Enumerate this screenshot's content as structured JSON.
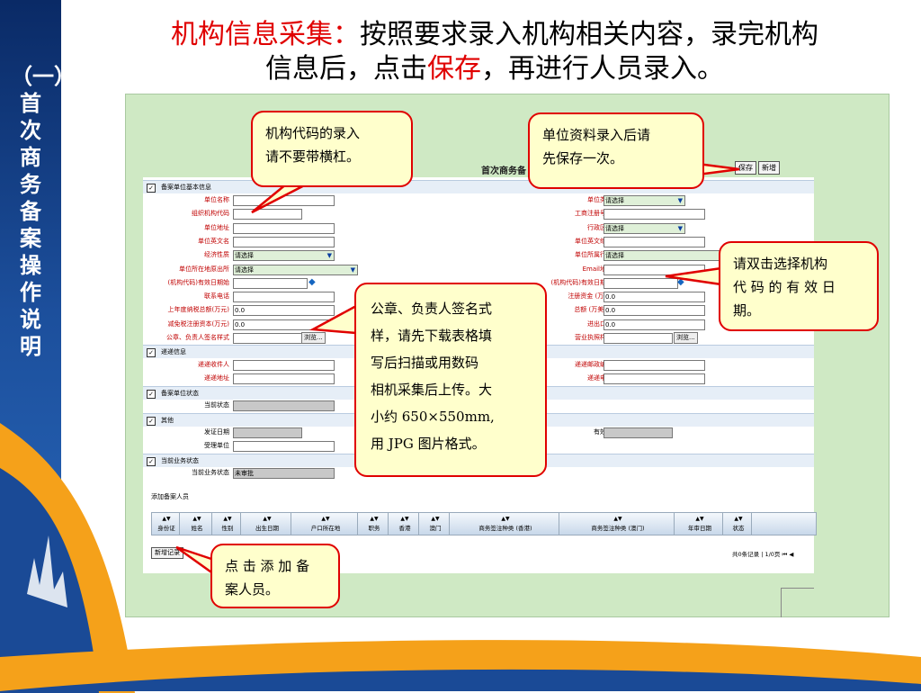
{
  "sidebar": {
    "title": "（一）首次商务备案操作说明"
  },
  "header": {
    "line1_red": "机构信息采集：",
    "line1_black": "按照要求录入机构相关内容，录完机构",
    "line2_a": "信息后，点击",
    "line2_red": "保存",
    "line2_b": "，再进行人员录入。"
  },
  "form": {
    "title": "首次商务备",
    "toolbar": {
      "save_label": "保存",
      "add_label": "新增"
    },
    "sections": [
      {
        "label": "备案单位基本信息"
      },
      {
        "label": "递递信息"
      },
      {
        "label": "备案单位状态"
      },
      {
        "label": "其他"
      },
      {
        "label": "当前业务状态"
      }
    ],
    "left_fields": [
      {
        "label": "单位名称",
        "value": ""
      },
      {
        "label": "组织机构代码",
        "value": ""
      },
      {
        "label": "单位地址",
        "value": ""
      },
      {
        "label": "单位英文名",
        "value": ""
      },
      {
        "label": "经济性质",
        "value": "请选择"
      },
      {
        "label": "单位所在地原出所",
        "value": "请选择"
      },
      {
        "label": "(机构代码)有效日期始",
        "value": ""
      },
      {
        "label": "联系电话",
        "value": ""
      },
      {
        "label": "上年度纳税总额(万元)",
        "value": "0.0"
      },
      {
        "label": "减免税注册资本(万元)",
        "value": "0.0"
      },
      {
        "label": "公章、负责人签名样式",
        "value": "",
        "browse": "浏览..."
      }
    ],
    "right_fields": [
      {
        "label": "单位类别",
        "value": "请选择"
      },
      {
        "label": "工商注册号码",
        "value": ""
      },
      {
        "label": "行政区划",
        "value": "请选择"
      },
      {
        "label": "单位英文缩写",
        "value": ""
      },
      {
        "label": "单位所属行业",
        "value": "请选择"
      },
      {
        "label": "Email地址",
        "value": ""
      },
      {
        "label": "(机构代码)有效日期止",
        "value": ""
      },
      {
        "label": "注册资金 (万元)",
        "value": "0.0"
      },
      {
        "label": "总额 (万美元)",
        "value": "0.0"
      },
      {
        "label": "进出口额",
        "value": "0.0"
      },
      {
        "label": "营业执照样式",
        "value": "",
        "browse": "浏览..."
      }
    ],
    "delivery_fields": [
      {
        "label": "递递收件人",
        "value": ""
      },
      {
        "label": "递递地址",
        "value": ""
      }
    ],
    "delivery_right": [
      {
        "label": "递递邮政编码",
        "value": ""
      },
      {
        "label": "递递电话",
        "value": ""
      }
    ],
    "status_field": {
      "label": "当前状态",
      "value": ""
    },
    "other_fields": [
      {
        "label": "发证日期",
        "value": ""
      },
      {
        "label": "受理单位",
        "value": ""
      }
    ],
    "other_right": {
      "label": "有效期",
      "value": ""
    },
    "biz_status": {
      "label": "当前业务状态",
      "value": "未审批"
    },
    "table_label": "添加备案人员",
    "columns": [
      "身份证",
      "姓名",
      "性别",
      "出生日期",
      "户口所在地",
      "职务",
      "香港",
      "澳门",
      "商务签注种类 (香港)",
      "商务签注种类 (澳门)",
      "年审日期",
      "状态"
    ],
    "add_record": "新增记录",
    "pager": "共0条记录 | 1/0页 ⏮ ◀"
  },
  "callouts": {
    "c1": [
      "机构代码的录入",
      "请不要带横杠。"
    ],
    "c2": [
      "单位资料录入后请",
      "先保存一次。"
    ],
    "c3": [
      "请双击选择机构",
      "代 码 的 有 效 日",
      "期。"
    ],
    "c4": [
      "公章、负责人签名式",
      "样，请先下载表格填",
      "写后扫描或用数码",
      "相机采集后上传。大",
      "小约 650×550mm,",
      "用 JPG 图片格式。"
    ],
    "c5": [
      "点 击 添 加 备",
      "案人员。"
    ]
  },
  "colors": {
    "accent_red": "#e00000",
    "callout_bg": "#ffffcc",
    "panel_bg": "#cfe9c4",
    "sidebar_blue": "#1c4f9c"
  }
}
